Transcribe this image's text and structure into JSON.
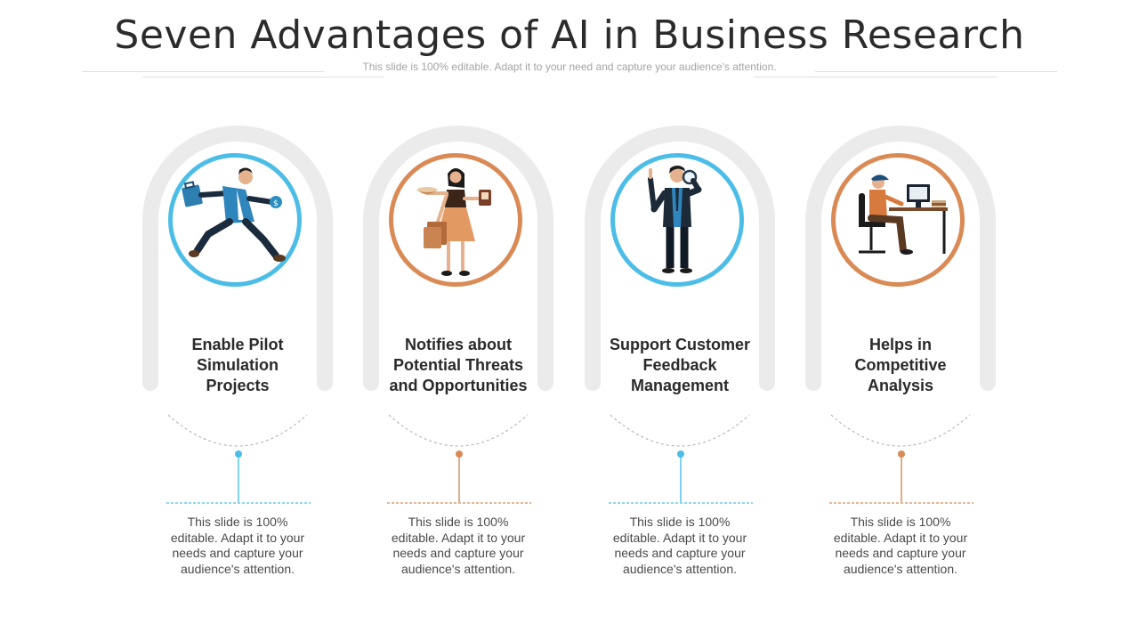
{
  "slide": {
    "title": "Seven Advantages of AI in Business Research",
    "subtitle": "This slide is 100% editable. Adapt it to your need and capture your audience's attention."
  },
  "colors": {
    "blue": "#4cbde6",
    "orange": "#d98a55",
    "arch": "#ebebeb",
    "text_dark": "#2a2a2a",
    "text_body": "#4a4a4a"
  },
  "cards": [
    {
      "accent": "blue",
      "icon": "running-businessman-icon",
      "title_lines": [
        "Enable Pilot",
        "Simulation",
        "Projects"
      ],
      "desc_lines": [
        "This slide is 100%",
        "editable. Adapt it to your",
        "needs and capture your",
        "audience's attention."
      ]
    },
    {
      "accent": "orange",
      "icon": "multitasking-woman-icon",
      "title_lines": [
        "Notifies about",
        "Potential Threats",
        "and Opportunities"
      ],
      "desc_lines": [
        "This slide is 100%",
        "editable. Adapt it to your",
        "needs and capture your",
        "audience's attention."
      ]
    },
    {
      "accent": "blue",
      "icon": "magnifier-businessman-icon",
      "title_lines": [
        "Support Customer",
        "Feedback",
        "Management"
      ],
      "desc_lines": [
        "This slide is 100%",
        "editable. Adapt it to your",
        "needs and capture your",
        "audience's attention."
      ]
    },
    {
      "accent": "orange",
      "icon": "desk-worker-icon",
      "title_lines": [
        "Helps in",
        "Competitive",
        "Analysis"
      ],
      "desc_lines": [
        "This slide is 100%",
        "editable. Adapt it to your",
        "needs and capture your",
        "audience's attention."
      ]
    }
  ]
}
